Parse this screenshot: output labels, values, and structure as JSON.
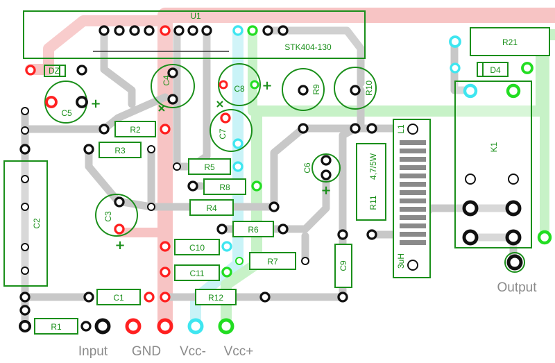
{
  "board": {
    "ic": {
      "label": "U1",
      "part": "STK404-130"
    },
    "connectors": [
      "Input",
      "GND",
      "Vcc-",
      "Vcc+",
      "Output"
    ],
    "components": {
      "DZ": "DZ",
      "C5": "C5",
      "C4": "C4",
      "C8": "C8",
      "C7": "C7",
      "R9": "R9",
      "R10": "R10",
      "R21": "R21",
      "D4": "D4",
      "K1": "K1",
      "R2": "R2",
      "R3": "R3",
      "C2": "C2",
      "R5": "R5",
      "R8": "R8",
      "C6": "C6",
      "R11": "R11",
      "R11_value": "4,7/5W",
      "L1": "L1",
      "L1_value": "3uH",
      "R4": "R4",
      "C3": "C3",
      "R6": "R6",
      "C10": "C10",
      "R7": "R7",
      "C9": "C9",
      "C11": "C11",
      "C1": "C1",
      "R12": "R12",
      "R1": "R1"
    },
    "polarity_mark": "+",
    "colors": {
      "outline": "#1a8f1a",
      "pad": "#111111",
      "pad_red": "#ff2020",
      "pad_cyan": "#3fe6f0",
      "pad_green": "#22dd22",
      "trace_gray": "#c8c8c8",
      "trace_red": "#f7c4c4",
      "trace_cyan": "#c9f3f7",
      "trace_green": "#c7f2c7",
      "connector_text": "#8a8a8a"
    }
  }
}
